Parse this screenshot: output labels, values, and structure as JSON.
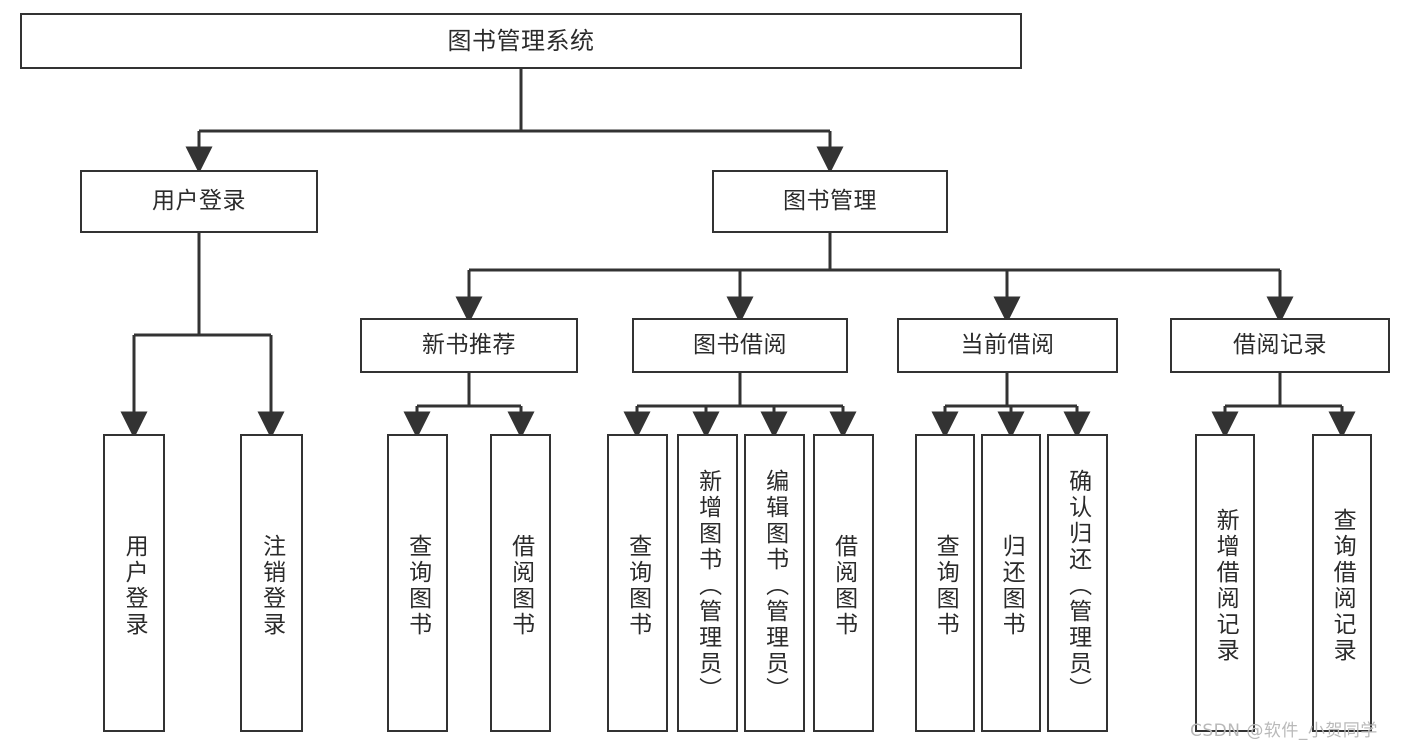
{
  "diagram": {
    "title": "图书管理系统",
    "type": "tree-hierarchy-diagram",
    "colors": {
      "background": "#ffffff",
      "box_border": "#333333",
      "box_fill": "#ffffff",
      "text": "#2b2b2b",
      "connector": "#333333",
      "watermark": "#b9b9b9"
    },
    "watermark": "CSDN @软件_小贺同学",
    "levels": {
      "root": {
        "label": "图书管理系统"
      },
      "level2": [
        {
          "id": "user-login",
          "label": "用户登录"
        },
        {
          "id": "book-management",
          "label": "图书管理"
        }
      ],
      "level3": [
        {
          "id": "new-book-recommend",
          "label": "新书推荐",
          "parent": "book-management"
        },
        {
          "id": "book-borrow",
          "label": "图书借阅",
          "parent": "book-management"
        },
        {
          "id": "current-borrow",
          "label": "当前借阅",
          "parent": "book-management"
        },
        {
          "id": "borrow-record",
          "label": "借阅记录",
          "parent": "book-management"
        }
      ],
      "level4": [
        {
          "id": "leaf-user-login",
          "label": "用户登录",
          "parent": "user-login"
        },
        {
          "id": "leaf-logout-login",
          "label": "注销登录",
          "parent": "user-login"
        },
        {
          "id": "leaf-query-book-1",
          "label": "查询图书",
          "parent": "new-book-recommend"
        },
        {
          "id": "leaf-borrow-book-1",
          "label": "借阅图书",
          "parent": "new-book-recommend"
        },
        {
          "id": "leaf-query-book-2",
          "label": "查询图书",
          "parent": "book-borrow"
        },
        {
          "id": "leaf-add-book",
          "label": "新增图书（管理员）",
          "parent": "book-borrow"
        },
        {
          "id": "leaf-edit-book",
          "label": "编辑图书（管理员）",
          "parent": "book-borrow"
        },
        {
          "id": "leaf-borrow-book-2",
          "label": "借阅图书",
          "parent": "book-borrow"
        },
        {
          "id": "leaf-query-book-3",
          "label": "查询图书",
          "parent": "current-borrow"
        },
        {
          "id": "leaf-return-book",
          "label": "归还图书",
          "parent": "current-borrow"
        },
        {
          "id": "leaf-confirm-return",
          "label": "确认归还（管理员）",
          "parent": "current-borrow"
        },
        {
          "id": "leaf-add-borrow-record",
          "label": "新增借阅记录",
          "parent": "borrow-record"
        },
        {
          "id": "leaf-query-borrow-record",
          "label": "查询借阅记录",
          "parent": "borrow-record"
        }
      ]
    }
  }
}
